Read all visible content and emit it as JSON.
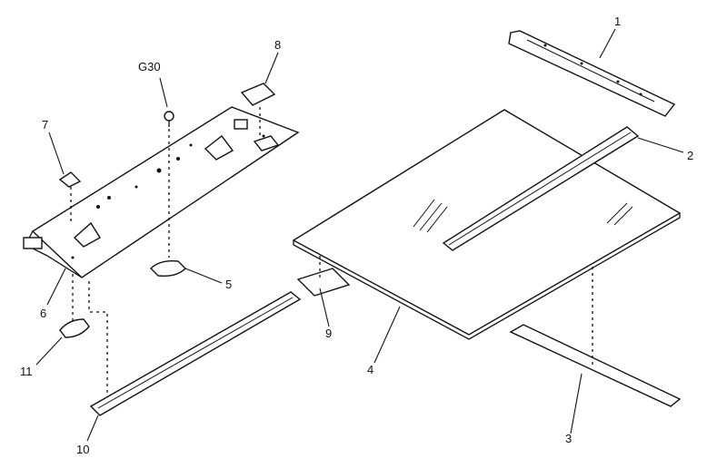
{
  "labels": {
    "p1": "1",
    "p2": "2",
    "p3": "3",
    "p4": "4",
    "p5": "5",
    "p6": "6",
    "p7": "7",
    "p8": "8",
    "p9": "9",
    "p10": "10",
    "p11": "11",
    "g30": "G30"
  }
}
